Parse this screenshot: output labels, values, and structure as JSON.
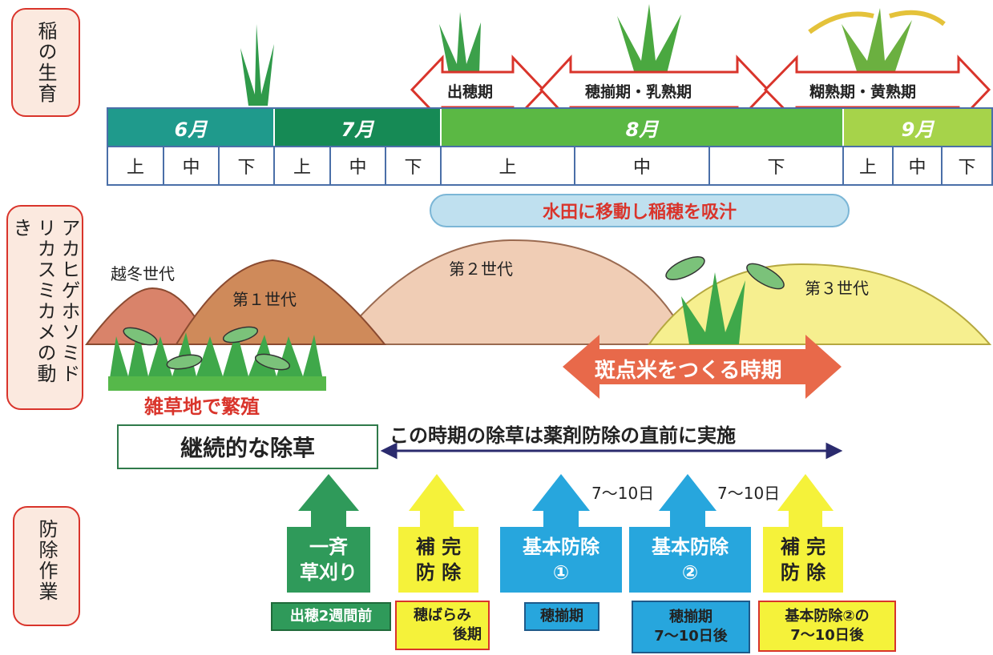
{
  "side_labels": {
    "growth": "稲の生育",
    "bug": "アカヒゲホソミドリカスミカメの動き",
    "work": "防除作業"
  },
  "months": [
    "6月",
    "7月",
    "8月",
    "9月"
  ],
  "dekads": [
    "上",
    "中",
    "下",
    "上",
    "中",
    "下",
    "上",
    "中",
    "下",
    "上",
    "中",
    "下"
  ],
  "stages": [
    "出穂期",
    "穂揃期・乳熟期",
    "糊熟期・黄熟期"
  ],
  "bug": {
    "paddy_banner": "水田に移動し稲穂を吸汁",
    "generations": [
      "越冬世代",
      "第１世代",
      "第２世代",
      "第３世代"
    ],
    "weed_breeding": "雑草地で繁殖",
    "spot_rice_period": "斑点米をつくる時期"
  },
  "weeding": {
    "continuous": "継続的な除草",
    "note": "この時期の除草は薬剤防除の直前に実施"
  },
  "intervals": [
    "7～10日",
    "7～10日"
  ],
  "work_items": [
    {
      "lines": [
        "一斉",
        "草刈り"
      ],
      "timing": [
        "出穂2週間前"
      ]
    },
    {
      "lines": [
        "補 完",
        "防 除"
      ],
      "timing": [
        "穂ばらみ",
        "後期"
      ]
    },
    {
      "lines": [
        "基本防除",
        "①"
      ],
      "timing": [
        "穂揃期"
      ]
    },
    {
      "lines": [
        "基本防除",
        "②"
      ],
      "timing": [
        "穂揃期",
        "7～10日後"
      ]
    },
    {
      "lines": [
        "補 完",
        "防 除"
      ],
      "timing": [
        "基本防除②の",
        "7～10日後"
      ]
    }
  ],
  "colors": {
    "june": "#1f9a8c",
    "july": "#168a55",
    "aug": "#5bb844",
    "sep": "#a6d34a",
    "hill_overwinter": "#d9836a",
    "hill_gen1": "#cf8a5a",
    "hill_gen2": "#f0cdb5",
    "hill_gen3": "#f6ef8f",
    "green_arrow": "#2f9a5a",
    "yellow_arrow": "#f5f23a",
    "blue_arrow": "#27a6dd",
    "red": "#d9342b"
  }
}
